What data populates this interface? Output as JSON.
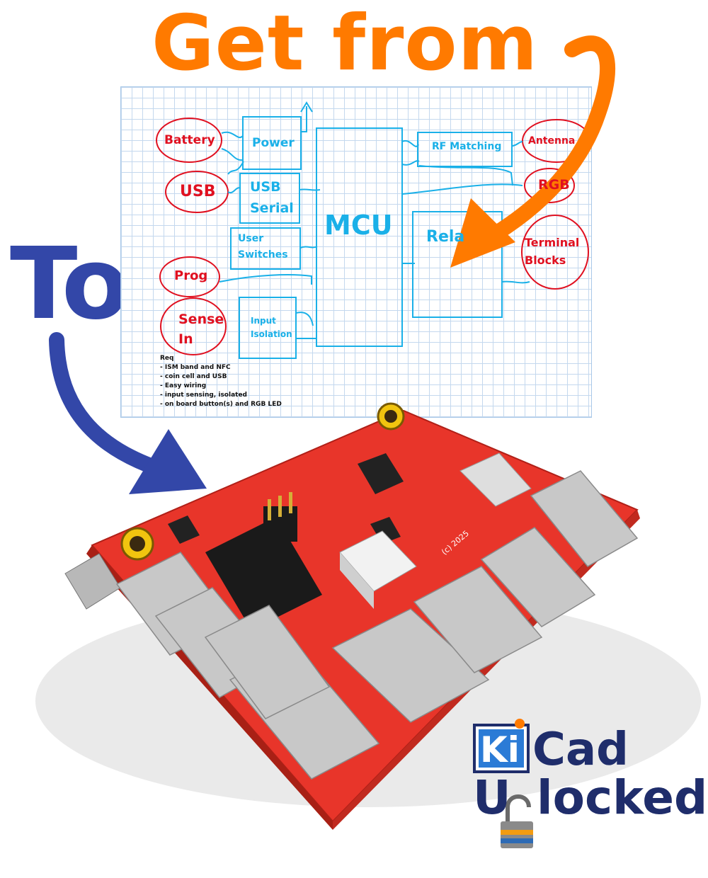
{
  "headline_top": "Get from",
  "headline_side": "To",
  "sketch": {
    "battery": "Battery",
    "usb": "USB",
    "prog": "Prog",
    "sense_line1": "Sense",
    "sense_line2": "In",
    "power": "Power",
    "usb_serial_line1": "USB",
    "usb_serial_line2": "Serial",
    "user_switches_line1": "User",
    "user_switches_line2": "Switches",
    "input_isolation_line1": "Input",
    "input_isolation_line2": "Isolation",
    "mcu": "MCU",
    "rf_matching": "RF Matching",
    "relay": "Rela",
    "antenna": "Antenna",
    "rgb": "RGB",
    "terminal_line1": "Terminal",
    "terminal_line2": "Blocks",
    "req_title": "Req",
    "req_items": [
      "- ISM band and NFC",
      "- coin cell and USB",
      "- Easy wiring",
      "- input sensing, isolated",
      "- on board button(s) and RGB LED"
    ]
  },
  "pcb": {
    "year_mark": "(c) 2025"
  },
  "logo": {
    "ki": "Ki",
    "cad": "Cad",
    "unlocked_u": "U",
    "unlocked_rest": "locked"
  },
  "colors": {
    "orange": "#ff7a00",
    "blue_arrow": "#3347a8",
    "sketch_red": "#e01020",
    "sketch_blue": "#1ab0e8",
    "pcb_red": "#e8352a",
    "logo_navy": "#1f2d6b"
  }
}
